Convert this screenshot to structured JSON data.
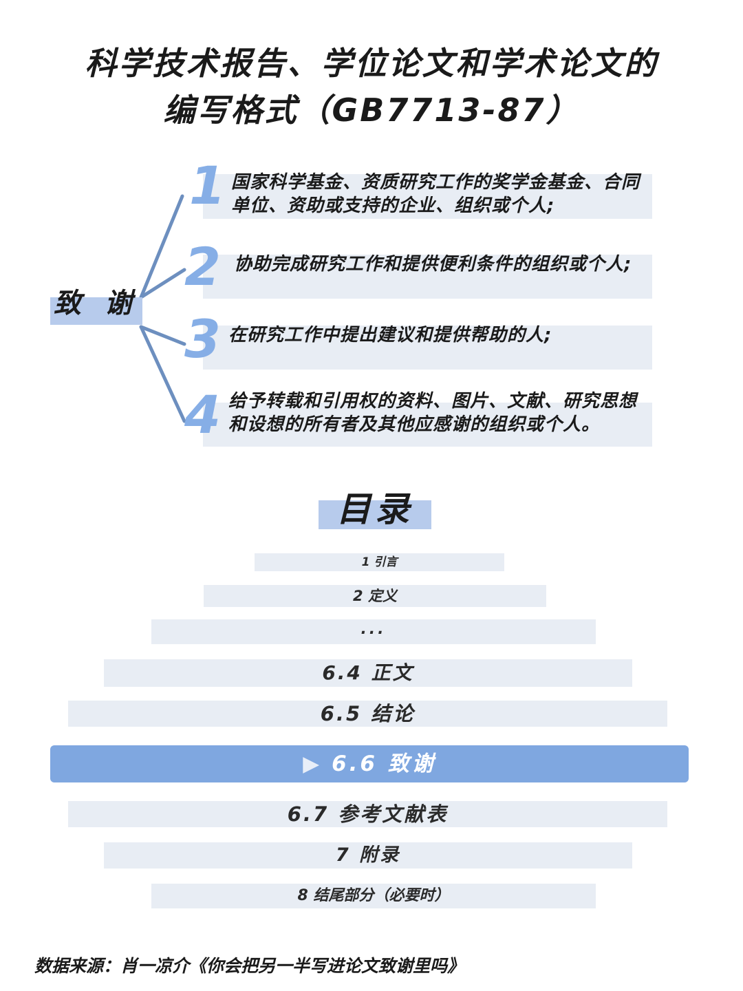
{
  "title": {
    "line1": "科学技术报告、学位论文和学术论文的",
    "line2": "编写格式（GB7713-87）"
  },
  "acknowledgements": {
    "label": "致 谢",
    "items": [
      {
        "num": "1",
        "text": "国家科学基金、资质研究工作的奖学金基金、合同单位、资助或支持的企业、组织或个人;"
      },
      {
        "num": "2",
        "text": "协助完成研究工作和提供便利条件的组织或个人;"
      },
      {
        "num": "3",
        "text": "在研究工作中提出建议和提供帮助的人;"
      },
      {
        "num": "4",
        "text": "给予转载和引用权的资料、图片、文献、研究思想和设想的所有者及其他应感谢的组织或个人。"
      }
    ]
  },
  "toc": {
    "title": "目录",
    "rows": [
      {
        "label": "1 引言"
      },
      {
        "label": "2 定义"
      },
      {
        "label": "..."
      },
      {
        "label": "6.4 正文"
      },
      {
        "label": "6.5 结论"
      },
      {
        "label": "6.6 致谢",
        "active": true,
        "icon": "play-triangle-icon"
      },
      {
        "label": "6.7 参考文献表"
      },
      {
        "label": "7 附录"
      },
      {
        "label": "8 结尾部分（必要时）"
      }
    ]
  },
  "source": "数据来源：肖一凉介《你会把另一半写进论文致谢里吗》",
  "colors": {
    "accent": "#7fa7e0",
    "accent_light": "#b7cbec",
    "row_bg": "#e8edf4",
    "number": "#86aee6"
  }
}
